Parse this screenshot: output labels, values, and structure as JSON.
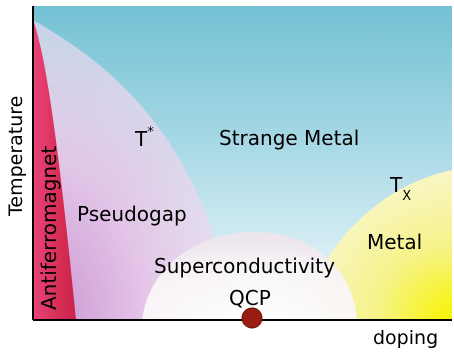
{
  "diagram": {
    "axes": {
      "y_label": "Temperature",
      "x_label": "doping"
    },
    "regions": {
      "antiferromagnet": "Antiferromagnet",
      "pseudogap": "Pseudogap",
      "strange_metal": "Strange Metal",
      "metal": "Metal",
      "superconductivity": "Superconductivity"
    },
    "crossovers": {
      "t_star_base": "T",
      "t_star_sup": "*",
      "t_x_base": "T",
      "t_x_sub": "X"
    },
    "points": {
      "qcp": "QCP"
    },
    "colors": {
      "sky_top": "#7fc6d6",
      "sky_bottom": "#f2f8fb",
      "antiferromagnet": "#d9345a",
      "pseudogap": "#e9c9ea",
      "metal": "#f6f28a",
      "superconductivity": "#f7f2f4",
      "qcp_dot": "#9b1c10"
    }
  }
}
